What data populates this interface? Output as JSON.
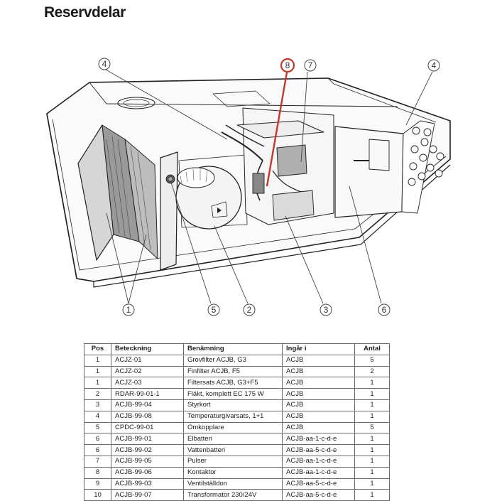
{
  "title": "Reservdelar",
  "callouts": {
    "c1": "1",
    "c2": "2",
    "c3": "3",
    "c4a": "4",
    "c4b": "4",
    "c5": "5",
    "c6": "6",
    "c7": "7",
    "c8": "8"
  },
  "highlight_color": "#c0392b",
  "table": {
    "headers": [
      "Pos",
      "Beteckning",
      "Benämning",
      "Ingår i",
      "Antal"
    ],
    "rows": [
      [
        "1",
        "ACJZ-01",
        "Grovfilter ACJB, G3",
        "ACJB",
        "5"
      ],
      [
        "1",
        "ACJZ-02",
        "Finfilter ACJB, F5",
        "ACJB",
        "2"
      ],
      [
        "1",
        "ACJZ-03",
        "Filtersats ACJB, G3+F5",
        "ACJB",
        "1"
      ],
      [
        "2",
        "RDAR-99-01-1",
        "Fläkt, komplett EC 175 W",
        "ACJB",
        "1"
      ],
      [
        "3",
        "ACJB-99-04",
        "Styrkort",
        "ACJB",
        "1"
      ],
      [
        "4",
        "ACJB-99-08",
        "Temperaturgivarsats, 1+1",
        "ACJB",
        "1"
      ],
      [
        "5",
        "CPDC-99-01",
        "Omkopplare",
        "ACJB",
        "5"
      ],
      [
        "6",
        "ACJB-99-01",
        "Elbatteri",
        "ACJB-aa-1-c-d-e",
        "1"
      ],
      [
        "6",
        "ACJB-99-02",
        "Vattenbatteri",
        "ACJB-aa-5-c-d-e",
        "1"
      ],
      [
        "7",
        "ACJB-99-05",
        "Pulser",
        "ACJB-aa-1-c-d-e",
        "1"
      ],
      [
        "8",
        "ACJB-99-06",
        "Kontaktor",
        "ACJB-aa-1-c-d-e",
        "1"
      ],
      [
        "9",
        "ACJB-99-03",
        "Ventilställdon",
        "ACJB-aa-5-c-d-e",
        "1"
      ],
      [
        "10",
        "ACJB-99-07",
        "Transformator 230/24V",
        "ACJB-aa-5-c-d-e",
        "1"
      ]
    ]
  }
}
